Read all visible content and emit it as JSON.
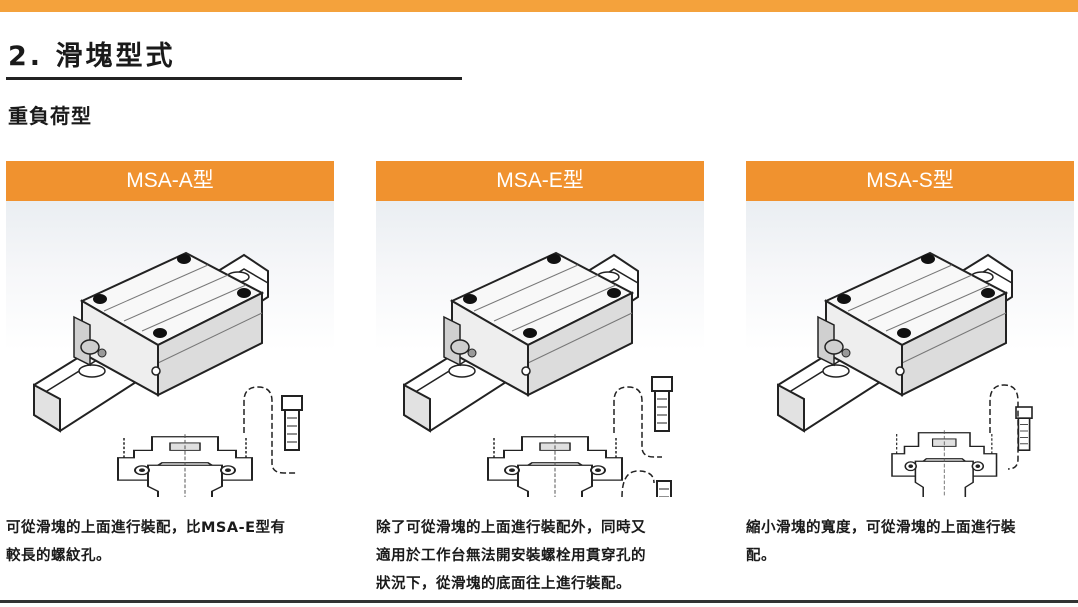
{
  "section": {
    "title": "2. 滑塊型式",
    "subtitle": "重負荷型"
  },
  "colors": {
    "accent": "#f4a23c",
    "header": "#f0922f"
  },
  "cards": [
    {
      "title": "MSA-A型",
      "description": "可從滑塊的上面進行裝配，比MSA-E型有\n較長的螺紋孔。"
    },
    {
      "title": "MSA-E型",
      "description": "除了可從滑塊的上面進行裝配外，同時又\n適用於工作台無法開安裝螺栓用貫穿孔的\n狀況下，從滑塊的底面往上進行裝配。"
    },
    {
      "title": "MSA-S型",
      "description": "縮小滑塊的寬度，可從滑塊的上面進行裝\n配。"
    }
  ]
}
